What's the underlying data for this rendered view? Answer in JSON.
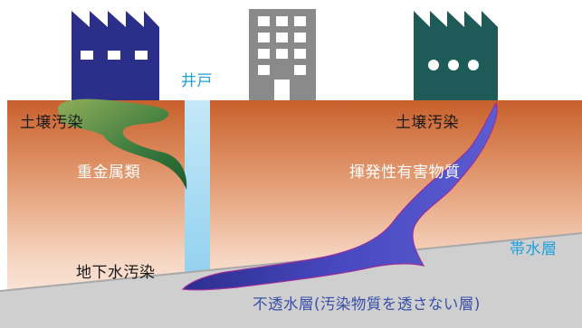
{
  "labels": {
    "well": "井戸",
    "soil_contamination_left": "土壌汚染",
    "soil_contamination_right": "土壌汚染",
    "heavy_metals": "重金属類",
    "volatile_organic_compounds": "揮発性有害物質",
    "groundwater_contamination": "地下水汚染",
    "aquifer": "帯水層",
    "impermeable_layer": "不透水層(汚染物質を透さない層)"
  },
  "colors": {
    "factory_left": "#2b2f8a",
    "office_building": "#8a8a8a",
    "factory_right": "#1e5a57",
    "soil_top": "#c9622e",
    "soil_bottom": "#fbe9de",
    "well_water": "#a8dcf4",
    "heavy_metal_plume": "#2d6a3c",
    "voc_plume": "#3a3aa8",
    "impermeable_layer": "#cfcfcf"
  },
  "icons": {
    "left_building": "factory-icon",
    "middle_building": "office-building-icon",
    "right_building": "factory-icon"
  }
}
